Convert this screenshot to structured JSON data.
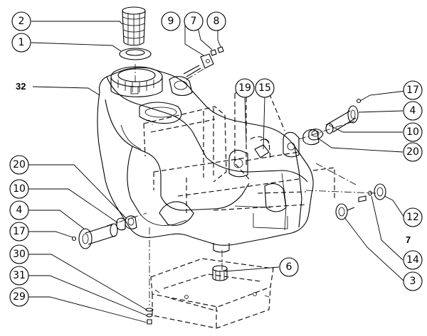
{
  "callouts": {
    "c2": "2",
    "c1": "1",
    "c9": "9",
    "c7top": "7",
    "c8": "8",
    "c32": "32",
    "c19": "19",
    "c15": "15",
    "c17right": "17",
    "c4right": "4",
    "c10right": "10",
    "c20right": "20",
    "c20left": "20",
    "c10left": "10",
    "c4left": "4",
    "c17left": "17",
    "c30": "30",
    "c31": "31",
    "c29": "29",
    "c12": "12",
    "c7right": "7",
    "c14": "14",
    "c3": "3",
    "c6": "6"
  }
}
